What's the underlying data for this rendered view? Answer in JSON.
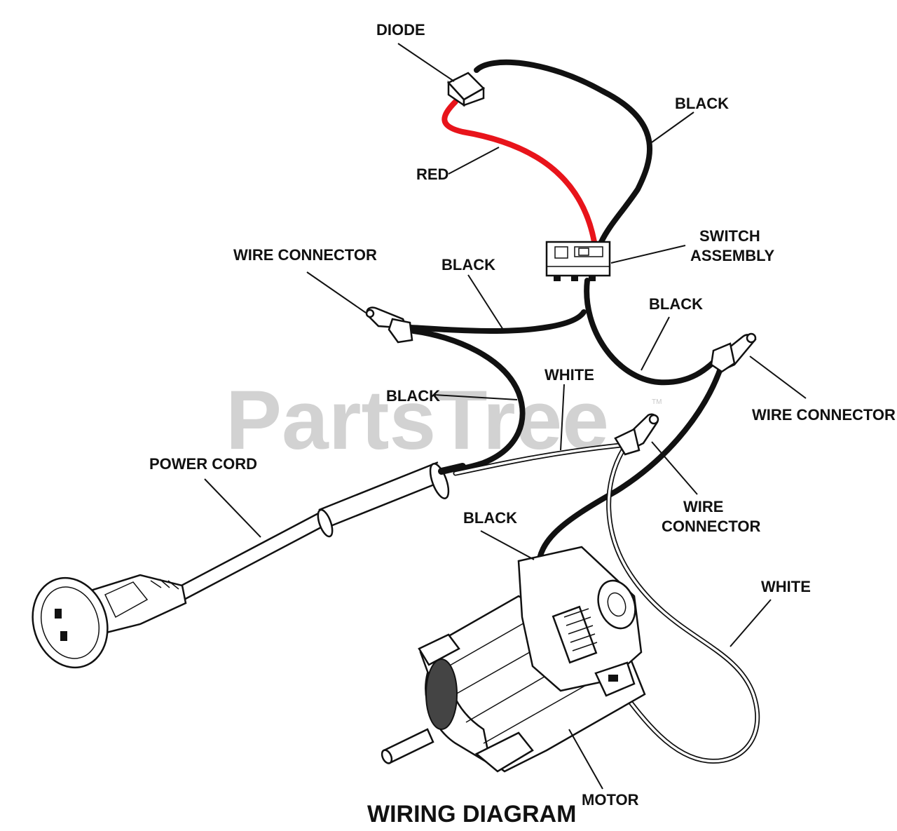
{
  "title": "WIRING DIAGRAM",
  "watermark": "PartsTree",
  "watermark_tm": "TM",
  "labels": {
    "diode": "DIODE",
    "black_top": "BLACK",
    "red": "RED",
    "switch_line1": "SWITCH",
    "switch_line2": "ASSEMBLY",
    "wire_connector_left": "WIRE CONNECTOR",
    "black_mid": "BLACK",
    "black_right": "BLACK",
    "wire_connector_right": "WIRE CONNECTOR",
    "black_cord": "BLACK",
    "white_top": "WHITE",
    "power_cord": "POWER CORD",
    "wire_connector_mid_line1": "WIRE",
    "wire_connector_mid_line2": "CONNECTOR",
    "black_motor": "BLACK",
    "white_right": "WHITE",
    "motor": "MOTOR"
  },
  "colors": {
    "black_wire": "#111111",
    "red_wire": "#e8141b",
    "white_wire": "#ffffff",
    "watermark": "#d2d2d2"
  }
}
